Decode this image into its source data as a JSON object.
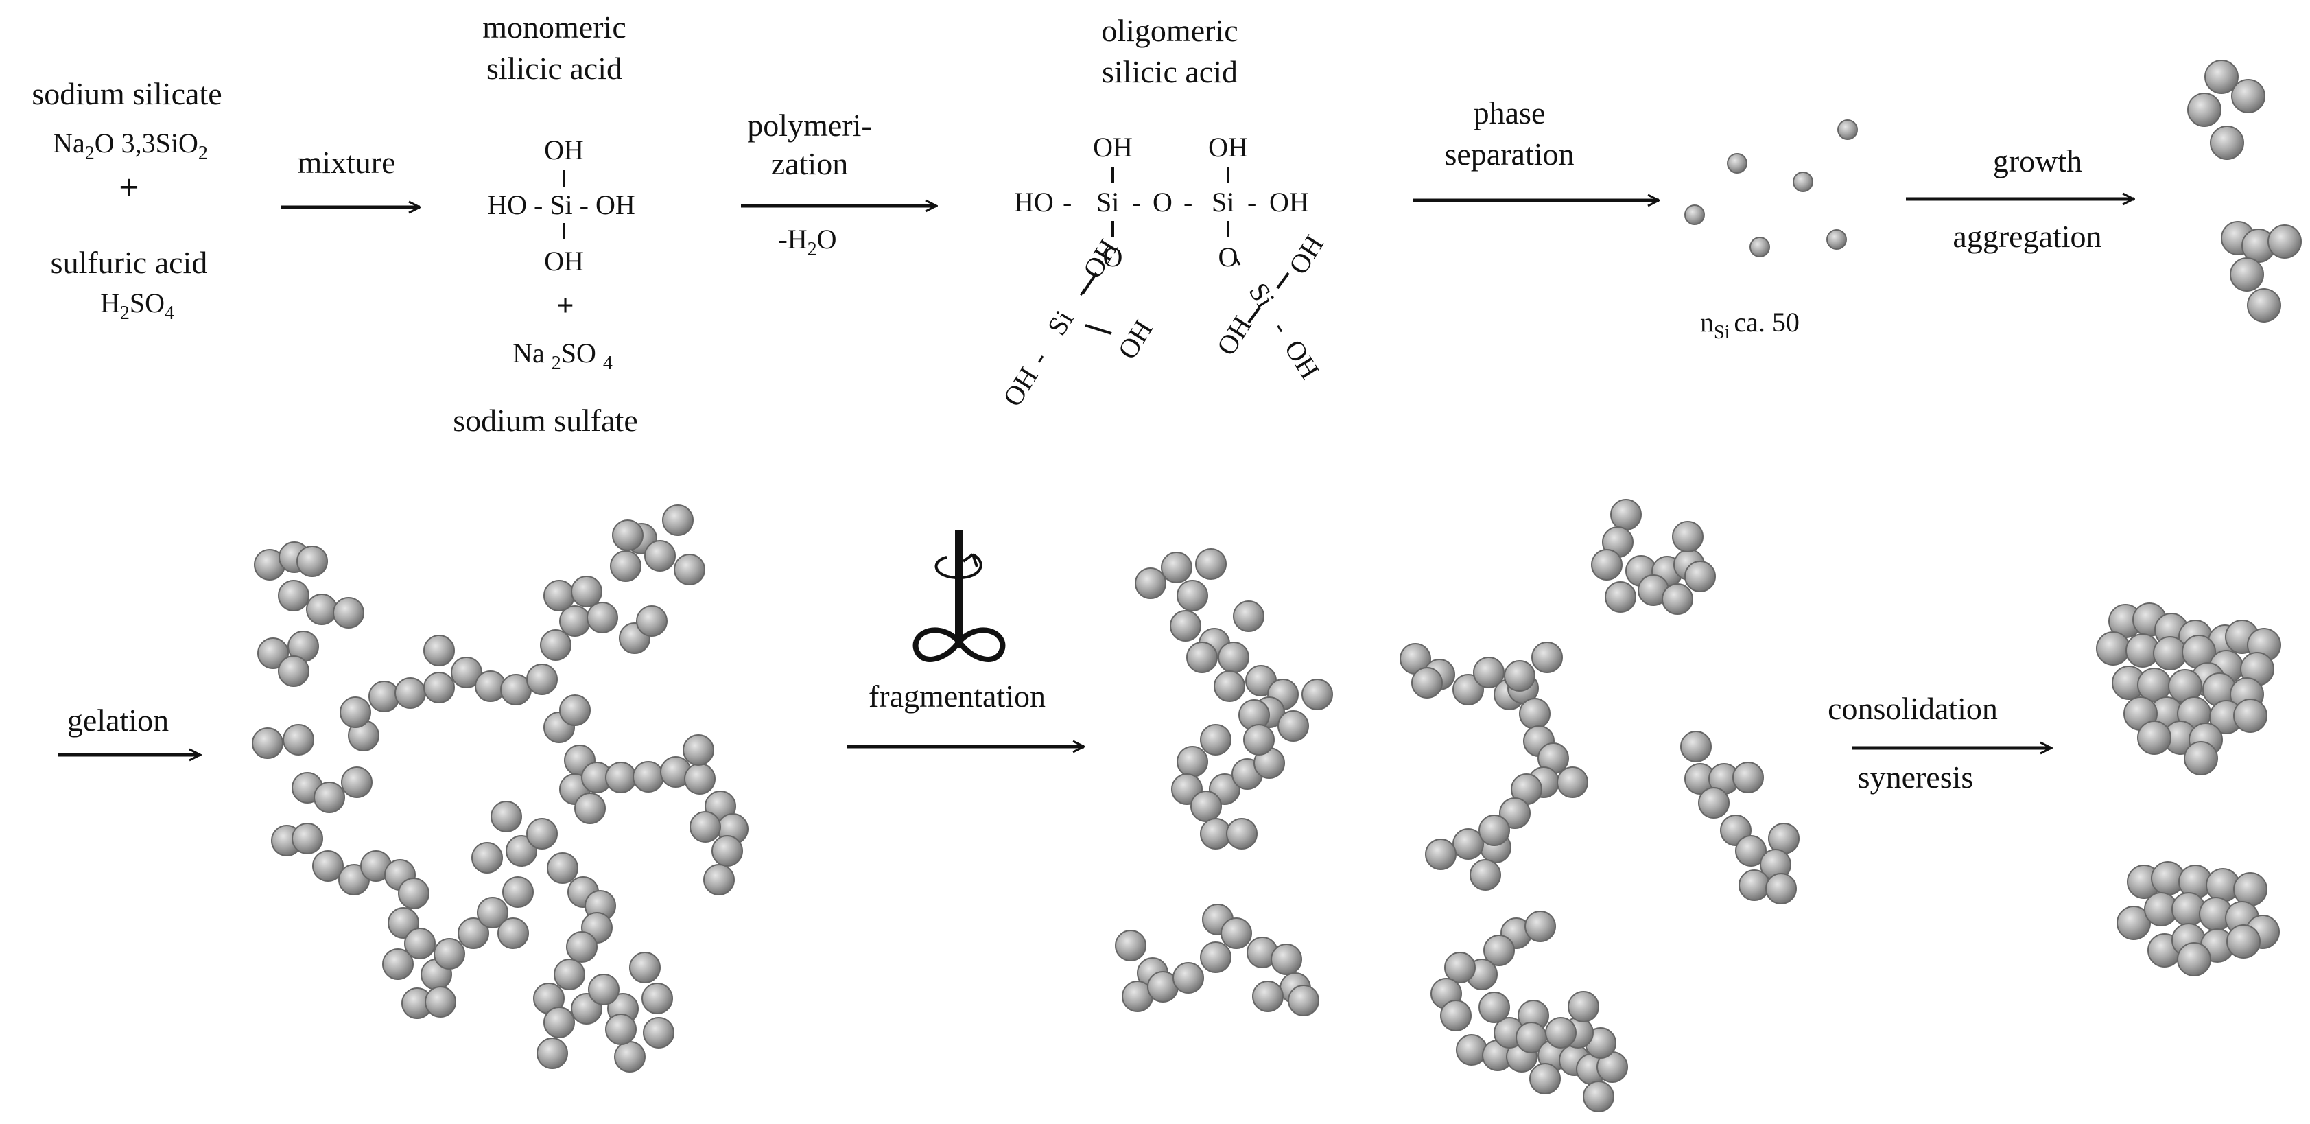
{
  "reactants": {
    "silicate_name": "sodium silicate",
    "silicate_formula": [
      "Na",
      "2",
      "O 3,3SiO",
      "2"
    ],
    "plus": "+",
    "acid_name": "sulfuric acid",
    "acid_formula": [
      "H",
      "2",
      "SO",
      "4"
    ]
  },
  "monomer": {
    "title_line1": "monomeric",
    "title_line2": "silicic acid",
    "top": "OH",
    "bond": "-",
    "middle": "HO - Si - OH",
    "bottom": "OH",
    "plus": "+",
    "byproduct_formula": [
      "Na ",
      "2",
      "SO ",
      "4"
    ],
    "byproduct_name": "sodium sulfate"
  },
  "oligomer": {
    "title_line1": "oligomeric",
    "title_line2": "silicic acid",
    "oh": "OH",
    "bond": "-",
    "ho": "HO",
    "si": "Si",
    "o": "O",
    "oh_dash": "OH -"
  },
  "particle_label": [
    "n",
    "Si",
    "ca. 50"
  ],
  "steps": {
    "mixture": "mixture",
    "polymerization_line1": "polymeri-",
    "polymerization_line2": "zation",
    "water_loss": [
      "-H",
      "2",
      "O"
    ],
    "phase_separation_line1": "phase",
    "phase_separation_line2": "separation",
    "growth": "growth",
    "aggregation": "aggregation",
    "gelation": "gelation",
    "fragmentation": "fragmentation",
    "consolidation": "consolidation",
    "syneresis": "syneresis"
  },
  "icons": {
    "stirrer": "stirrer-icon",
    "sphere": "silica-sphere-icon",
    "arrow": "reaction-arrow-icon"
  },
  "colors": {
    "sphere_light": "#e6e6e6",
    "sphere_mid": "#a9a9a9",
    "sphere_dark": "#6f6f6f",
    "ink": "#111111"
  }
}
